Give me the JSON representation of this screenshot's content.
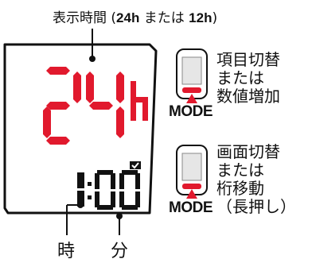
{
  "header": {
    "prefix": "表示時間",
    "paren_open": "(",
    "opt1": "24h",
    "or_word": "または",
    "opt2": "12h",
    "paren_close": ")"
  },
  "display": {
    "top_digits": "24h",
    "bottom_digits": "1:00",
    "check_icon": "check-icon"
  },
  "bottom_labels": {
    "hour": "時",
    "minute": "分"
  },
  "buttons": [
    {
      "mode_label": "MODE",
      "description": "項目切替\nまたは\n数値増加"
    },
    {
      "mode_label": "MODE",
      "description": "画面切替\nまたは\n桁移動\n（長押し）"
    }
  ],
  "colors": {
    "accent": "#e1192d",
    "lcd_segment": "#111111"
  }
}
